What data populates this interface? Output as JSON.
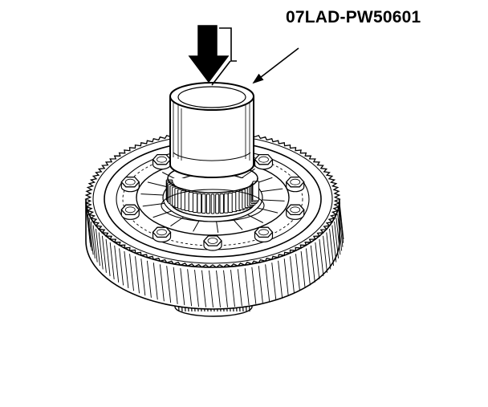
{
  "diagram": {
    "tool_part_number": "07LAD-PW50601",
    "force_direction": "down",
    "colors": {
      "line": "#000000",
      "paper": "#ffffff"
    },
    "gear": {
      "teeth": 110
    },
    "bolts": {
      "count": 10
    },
    "bearing_rollers": {
      "count": 30
    },
    "lower_bearing_rollers": {
      "count": 22
    }
  }
}
